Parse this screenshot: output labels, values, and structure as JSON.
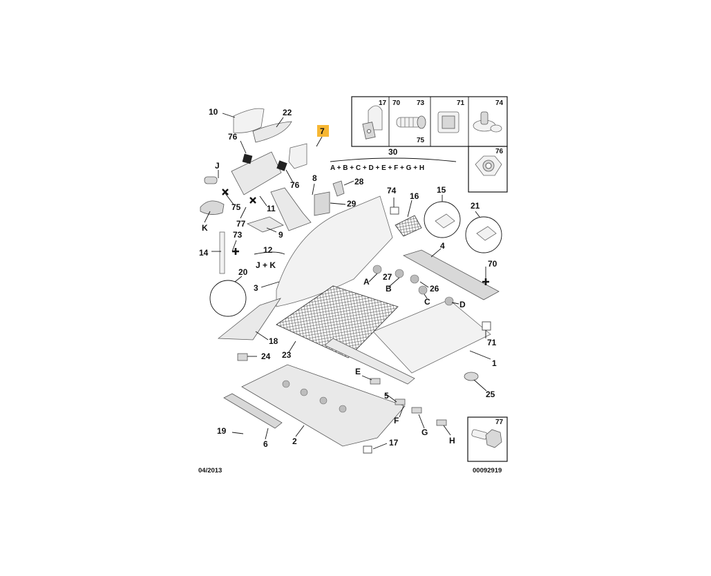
{
  "diagram": {
    "date_code": "04/2013",
    "reference_code": "00092919",
    "highlighted_callout": "7",
    "highlight_color": "#f7b733",
    "callouts": [
      "10",
      "22",
      "76",
      "7",
      "J",
      "76",
      "8",
      "28",
      "75",
      "11",
      "29",
      "K",
      "77",
      "9",
      "14",
      "73",
      "12",
      "J + K",
      "3",
      "20",
      "18",
      "24",
      "23",
      "74",
      "16",
      "15",
      "21",
      "4",
      "70",
      "27",
      "26",
      "A",
      "B",
      "C",
      "D",
      "71",
      "1",
      "25",
      "E",
      "5",
      "F",
      "G",
      "H",
      "19",
      "6",
      "2",
      "17"
    ],
    "kit_label": "30",
    "kit_formula": "A + B + C + D + E + F + G + H",
    "inset_parts": [
      "17",
      "70",
      "73",
      "75",
      "71",
      "74",
      "76",
      "77"
    ]
  }
}
